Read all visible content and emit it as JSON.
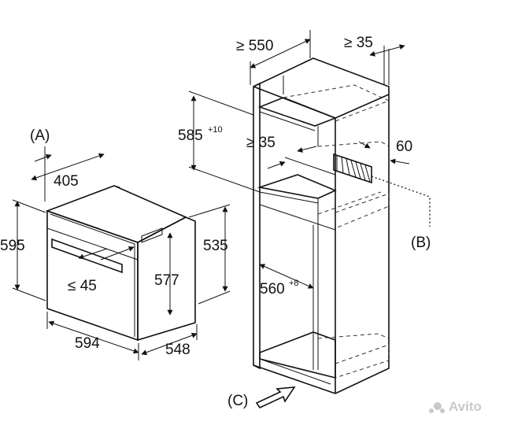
{
  "labels": {
    "a": "(A)",
    "b": "(B)",
    "c": "(C)",
    "d405": "405",
    "d595": "595",
    "d594": "594",
    "d548": "548",
    "d535": "535",
    "d577": "577",
    "d45": "≤ 45",
    "d550": "≥ 550",
    "d35top": "≥ 35",
    "d585": "585",
    "d585_sup": "+10",
    "d35mid": "≥ 35",
    "d60": "60",
    "d560": "560",
    "d560_sup": "+8"
  },
  "watermark": "Avito"
}
